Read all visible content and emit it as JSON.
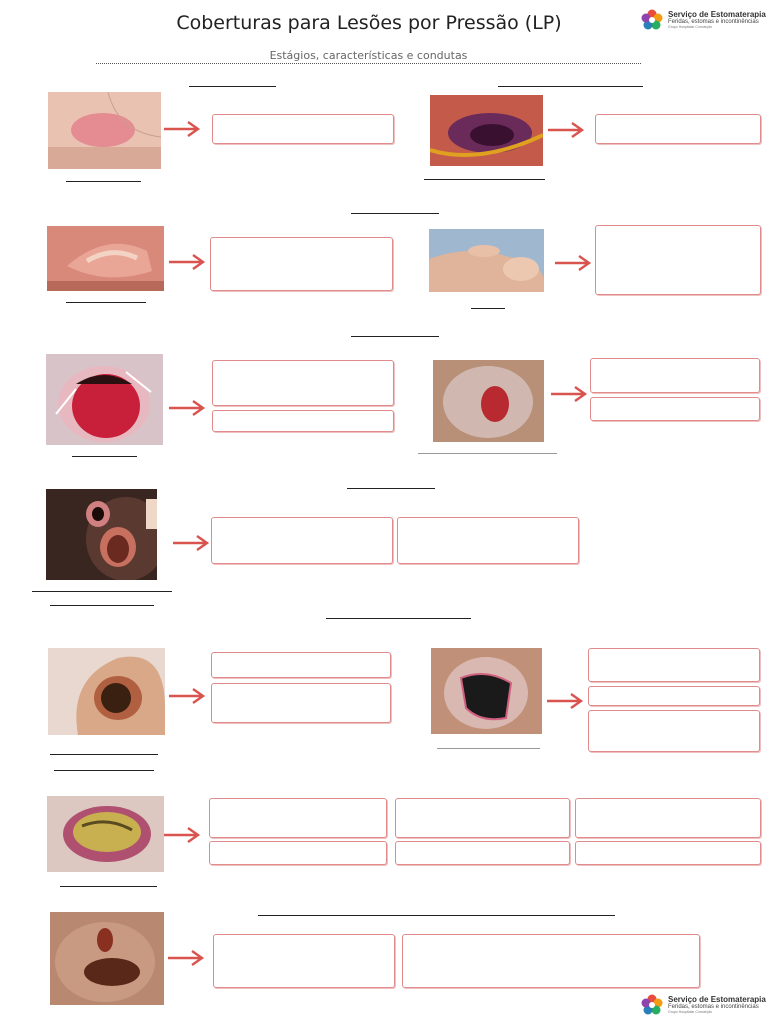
{
  "header": {
    "title": "Coberturas para Lesões por Pressão (LP)",
    "subtitle": "Estágios, características e condutas"
  },
  "logo": {
    "line1": "Serviço de Estomaterapia",
    "line2": "Feridas, estomas e incontinências",
    "line3": "Grupo Hospitalar Conceição"
  },
  "colors": {
    "box_border": "#e08c8c",
    "arrow": "#d9534f",
    "wound_red": "#c0283a",
    "skin": "#e6b9a6"
  },
  "icons": [
    "flower-logo-icon",
    "arrow-right-icon"
  ],
  "worksheet": {
    "description_note": "",
    "sections": 7
  }
}
